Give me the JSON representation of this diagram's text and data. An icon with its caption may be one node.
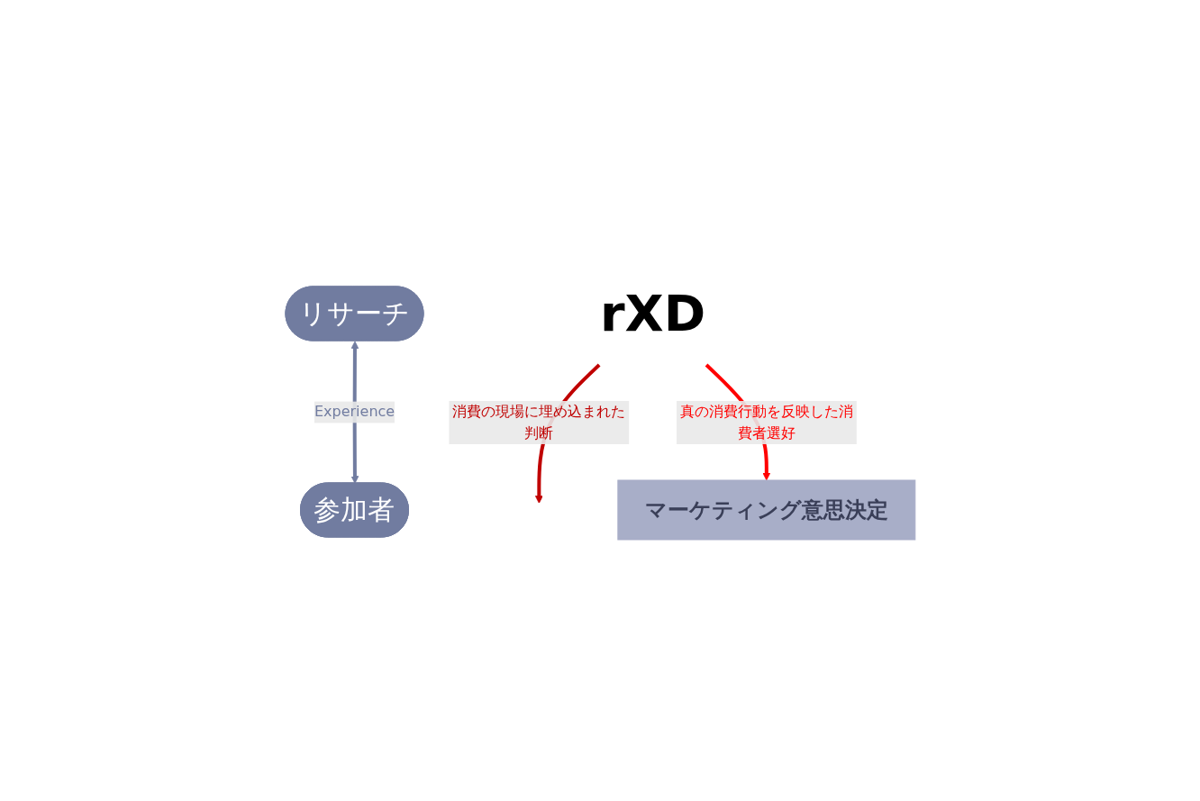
{
  "diagram": {
    "nodes": [
      {
        "text": [
          "リサーチ"
        ]
      },
      {
        "text": [
          "参加者"
        ]
      },
      {
        "text": [
          "rXD"
        ]
      },
      {
        "text": [
          "マーケティング意思決定"
        ]
      }
    ],
    "edges": [
      {
        "from": 0,
        "to": 1,
        "arrow": "both",
        "label": "Experience",
        "color": "#717ca0"
      },
      {
        "from": 2,
        "to": null,
        "arrow": "to",
        "label": "消費の現場に埋め込まれた判断",
        "color": "#c00000"
      },
      {
        "from": 2,
        "to": 3,
        "arrow": "to",
        "label": "真の消費行動を反映した消費者選好",
        "color": "#ff0000"
      }
    ]
  }
}
